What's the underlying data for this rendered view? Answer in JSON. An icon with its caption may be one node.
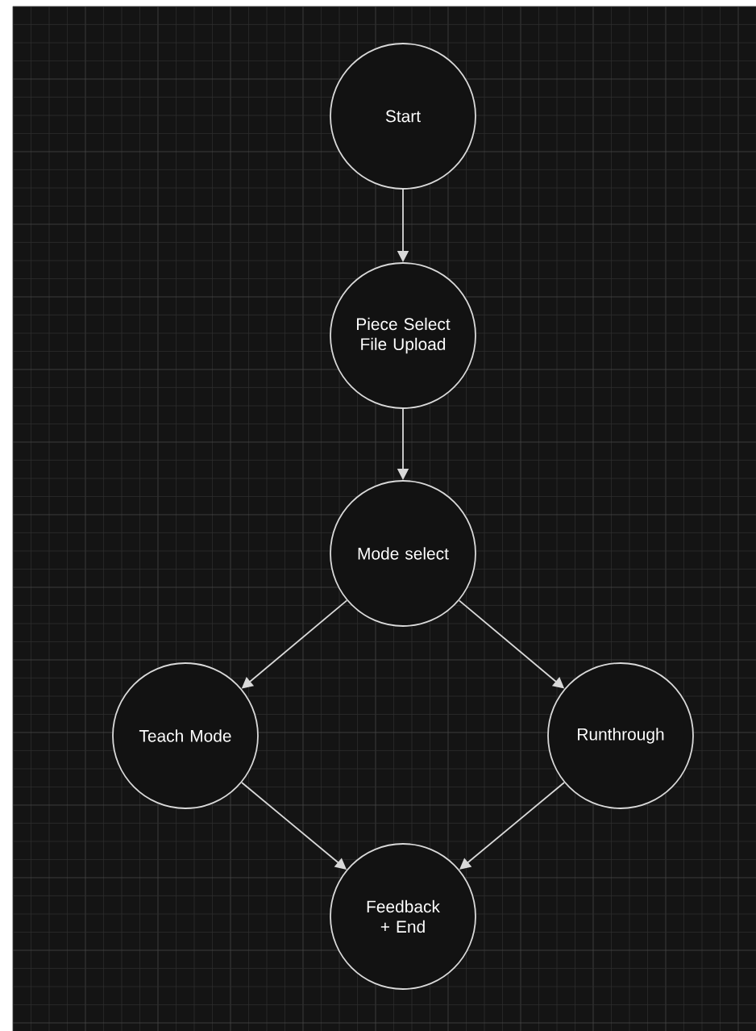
{
  "diagram": {
    "nodes": [
      {
        "text": [
          "Start"
        ]
      },
      {
        "text": [
          "Piece Select File Upload"
        ]
      },
      {
        "text": [
          "Mode select"
        ]
      },
      {
        "text": [
          "Teach Mode"
        ]
      },
      {
        "text": [
          "Runthrough"
        ]
      },
      {
        "text": [
          "Feedback + End"
        ]
      }
    ],
    "edges": [
      {
        "from": 0,
        "to": 1,
        "arrow": "to"
      },
      {
        "from": 1,
        "to": 2,
        "arrow": "to"
      },
      {
        "from": 2,
        "to": 3,
        "arrow": "to"
      },
      {
        "from": 2,
        "to": 4,
        "arrow": "to"
      },
      {
        "from": 3,
        "to": 5,
        "arrow": "to"
      },
      {
        "from": 4,
        "to": 5,
        "arrow": "to"
      }
    ]
  }
}
